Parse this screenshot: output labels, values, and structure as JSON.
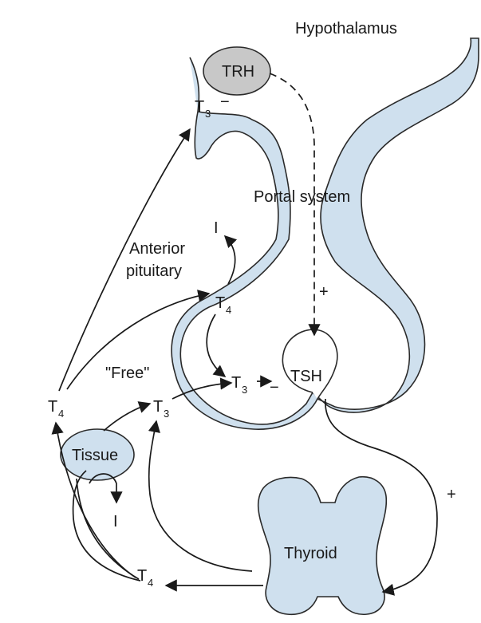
{
  "labels": {
    "hypothalamus": "Hypothalamus",
    "trh": "TRH",
    "portal_system": "Portal system",
    "anterior_pituitary_line1": "Anterior",
    "anterior_pituitary_line2": "pituitary",
    "tsh": "TSH",
    "free": "\"Free\"",
    "tissue": "Tissue",
    "thyroid": "Thyroid",
    "t_letter": "T",
    "sub_3": "3",
    "sub_4": "4",
    "iodide": "I",
    "plus": "+",
    "minus": "−"
  },
  "colors": {
    "tissue_fill": "#cfe0ee",
    "trh_fill": "#c8c8c8",
    "line": "#1a1a1a"
  }
}
